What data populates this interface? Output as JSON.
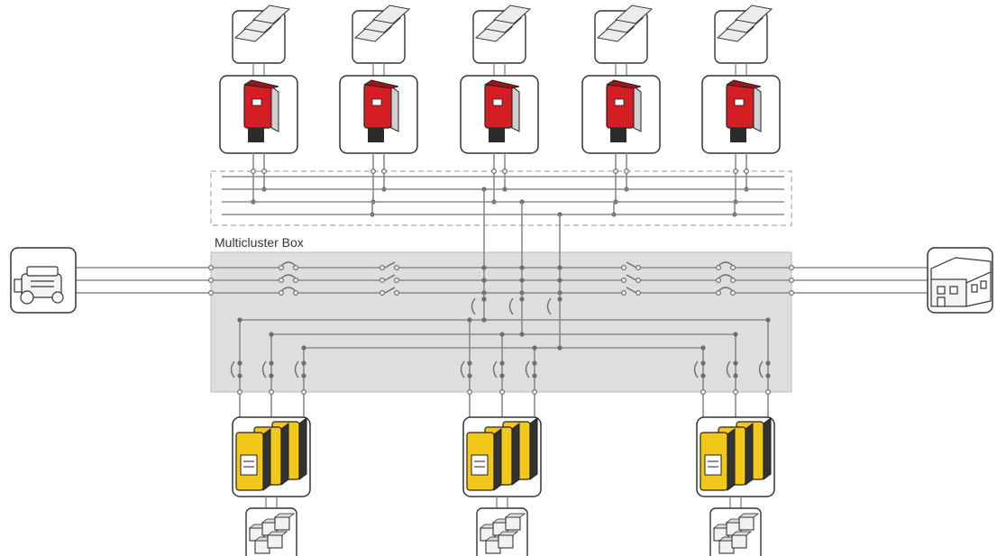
{
  "multicluster_box": {
    "label": "Multicluster Box"
  },
  "colors": {
    "bus_line": "#8a8a8a",
    "box_fill": "#dedede",
    "box_stroke": "#b8b8b8",
    "dashed_stroke": "#a9a9a9",
    "node": "#6e6e6e",
    "pv_inverter_red": "#d41e24",
    "battery_inverter_yellow": "#f2c81b",
    "icon_stroke": "#333333"
  },
  "icons": {
    "solar_panel": "solar-panel-icon",
    "pv_inverter": "pv-inverter-icon",
    "generator": "generator-icon",
    "house": "house-icon",
    "battery_inverter_cluster": "battery-inverter-cluster-icon",
    "battery_pack": "battery-pack-icon"
  },
  "pv_string_count": 5,
  "battery_cluster_count": 3
}
